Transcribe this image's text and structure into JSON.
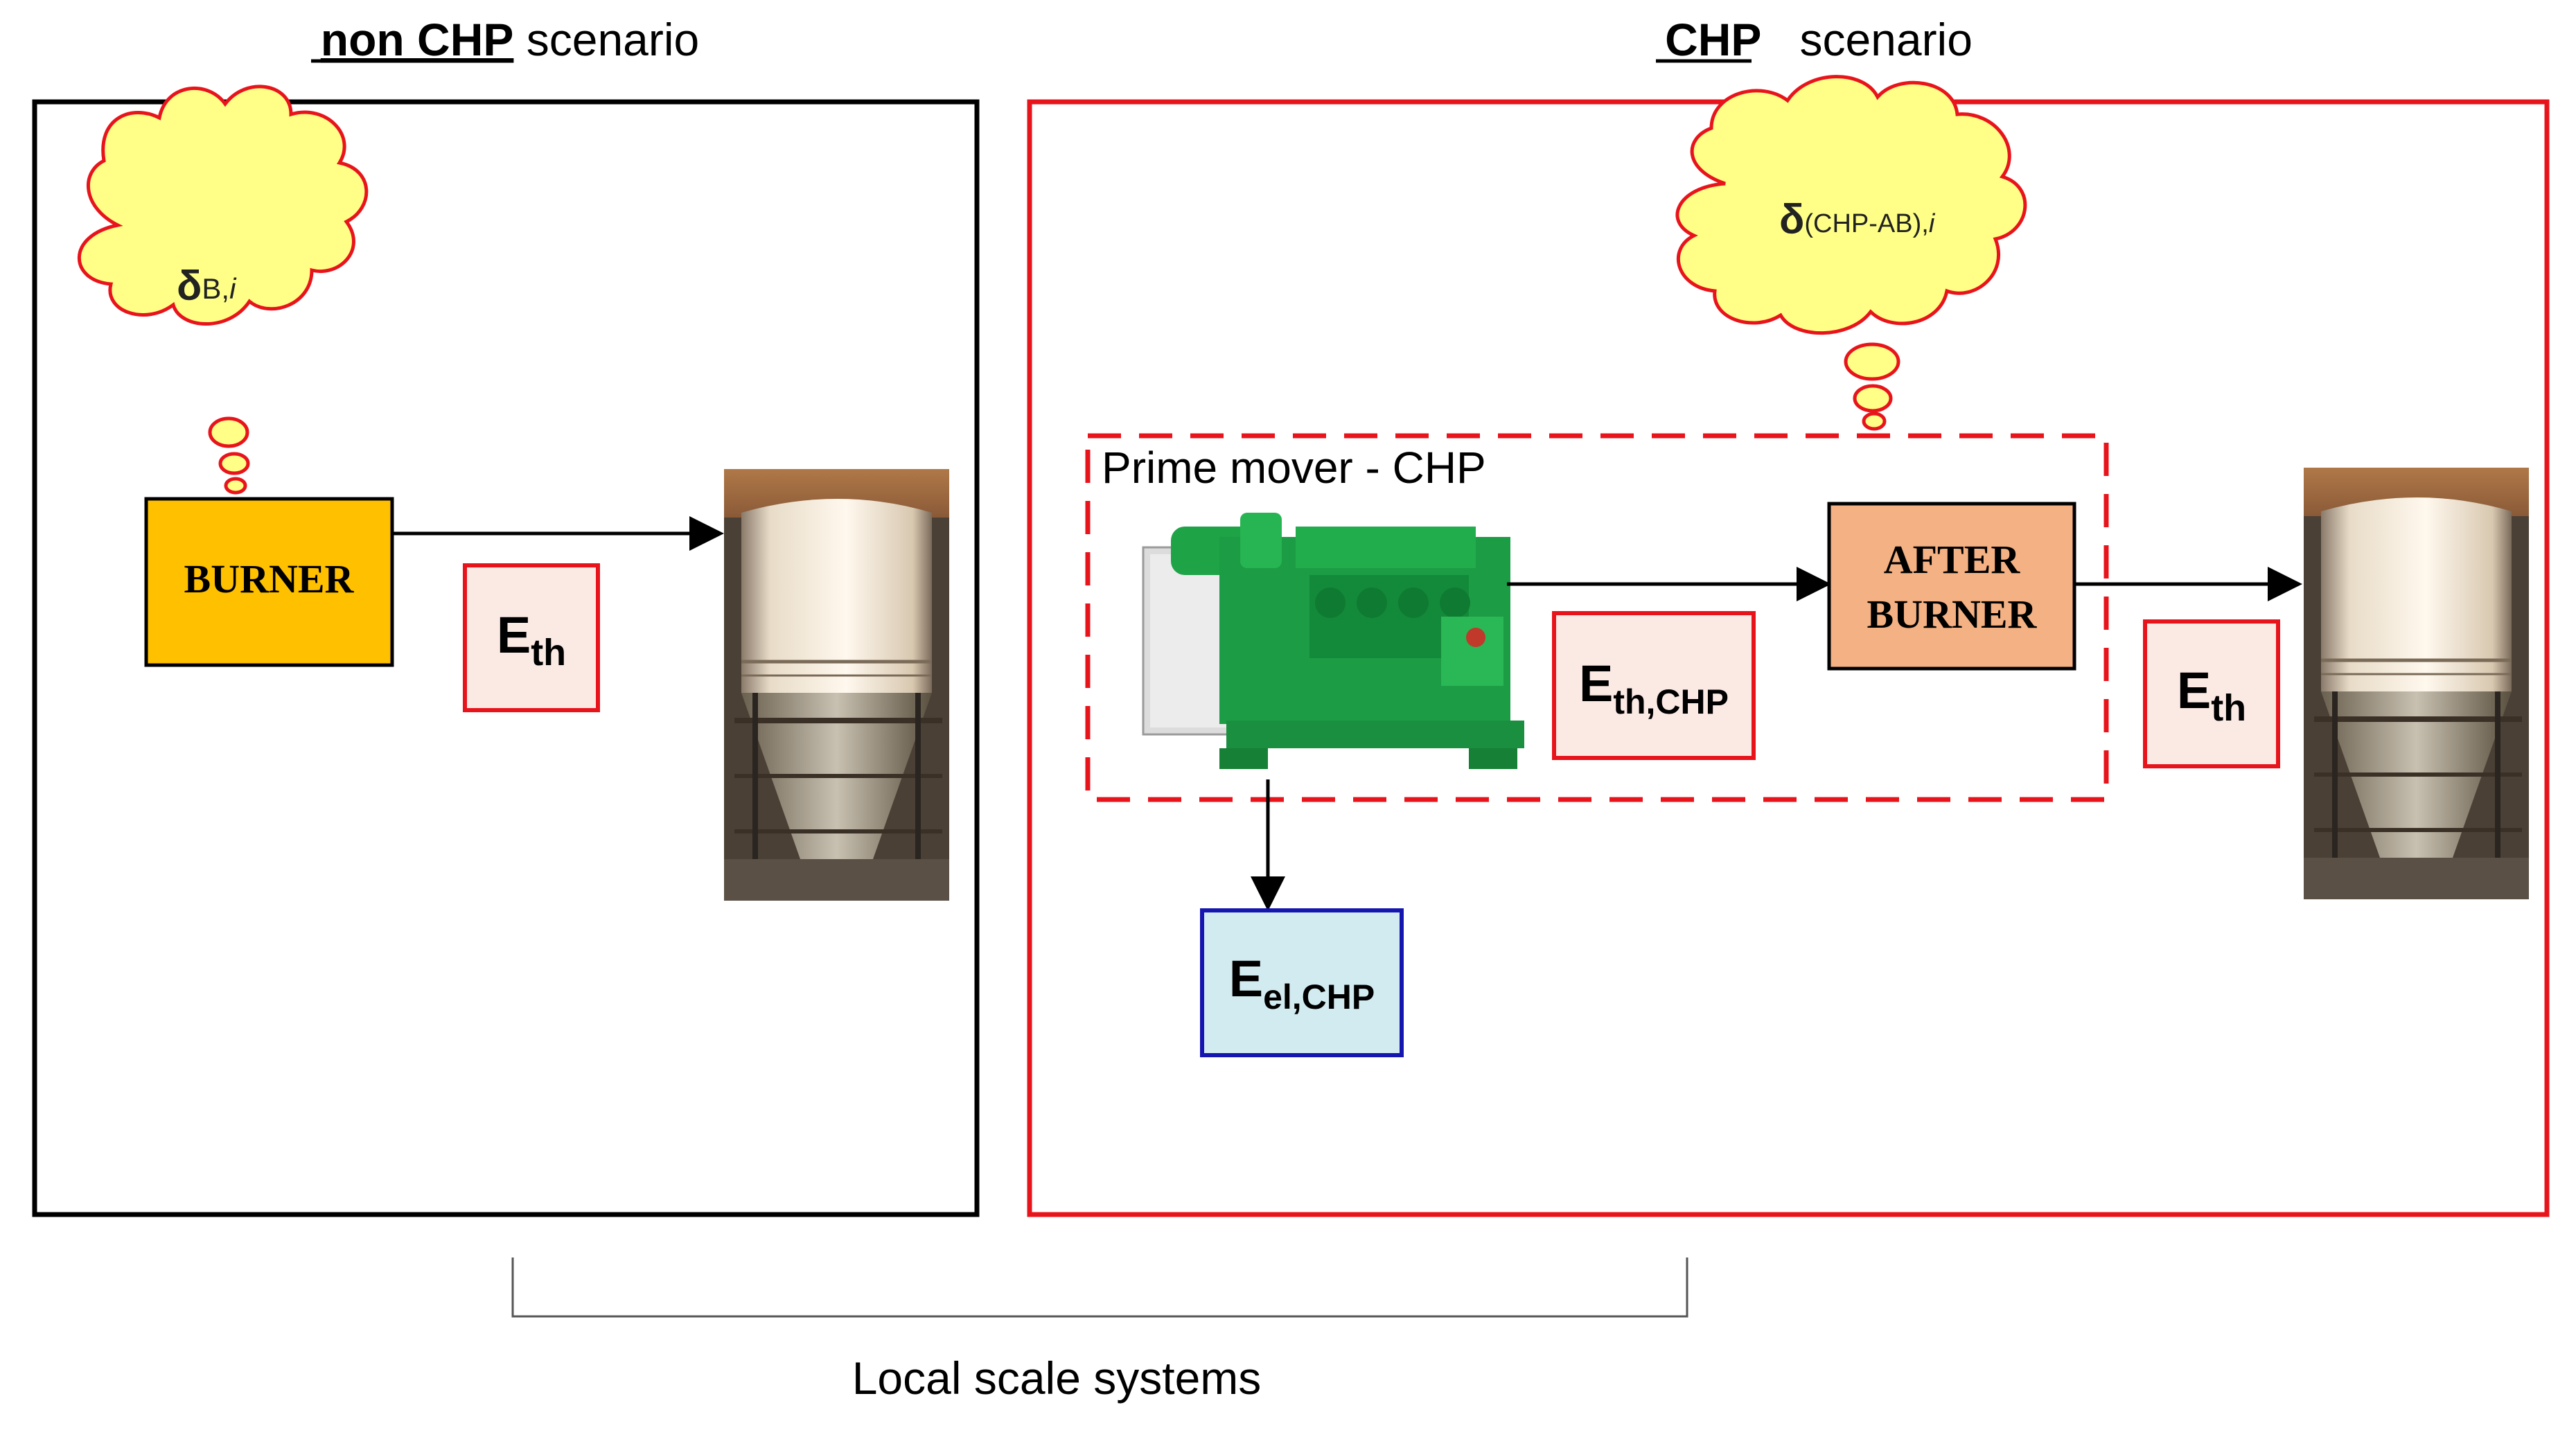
{
  "titles": {
    "left_bold": "non CHP",
    "left_rest": " scenario",
    "right_bold": "CHP",
    "right_rest": "   scenario"
  },
  "left_panel": {
    "cloud_delta": "δ",
    "cloud_sub": "B,",
    "cloud_sub_italic": "i",
    "burner": "BURNER",
    "energy_main": "E",
    "energy_sub": "th"
  },
  "right_panel": {
    "cloud_delta": "δ",
    "cloud_sub": "(CHP-AB),",
    "cloud_sub_italic": "i",
    "prime_mover_label": "Prime mover - CHP",
    "after_burner_line1": "AFTER",
    "after_burner_line2": "BURNER",
    "eth_chp_main": "E",
    "eth_chp_sub": "th,CHP",
    "eth_main": "E",
    "eth_sub": "th",
    "eel_main": "E",
    "eel_sub": "el,CHP"
  },
  "bottom_label": "Local scale systems",
  "colors": {
    "red": "#e8141c",
    "black": "#000000",
    "burner_fill": "#ffc000",
    "after_burner_fill": "#f4b183",
    "energy_fill": "#fbe9e4",
    "electric_fill": "#d2ebf0",
    "electric_border": "#1515b0",
    "cloud_fill": "#ffff88"
  }
}
